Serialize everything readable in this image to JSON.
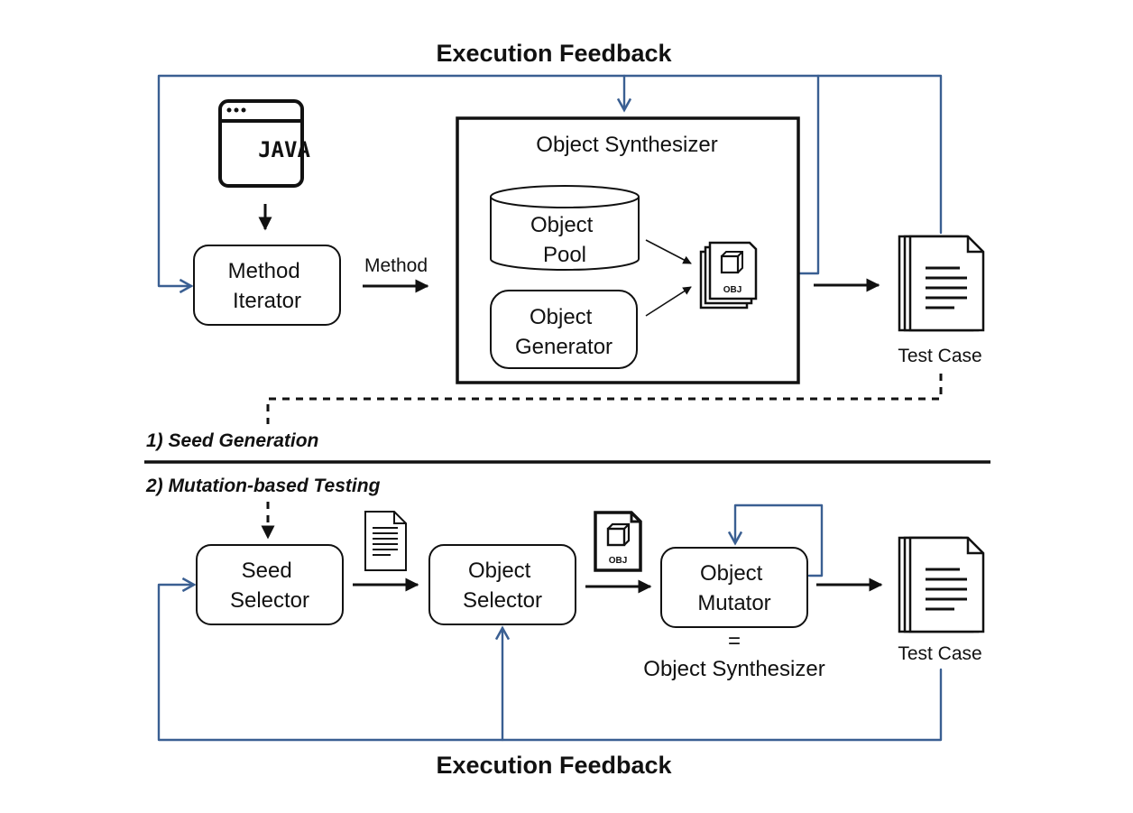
{
  "top": {
    "feedback_label": "Execution Feedback",
    "java_label": "JAVA",
    "method_iterator": [
      "Method",
      "Iterator"
    ],
    "method_arrow_label": "Method",
    "synth_title": "Object Synthesizer",
    "object_pool": [
      "Object",
      "Pool"
    ],
    "object_generator": [
      "Object",
      "Generator"
    ],
    "obj_icon_label": "OBJ",
    "test_case_label": "Test Case"
  },
  "phases": {
    "seed_generation": "1) Seed Generation",
    "mutation_testing": "2) Mutation-based Testing"
  },
  "bottom": {
    "seed_selector": [
      "Seed",
      "Selector"
    ],
    "object_selector": [
      "Object",
      "Selector"
    ],
    "object_mutator": [
      "Object",
      "Mutator"
    ],
    "equals_sign": "=",
    "mutator_equals": "Object Synthesizer",
    "obj_icon_label": "OBJ",
    "test_case_label": "Test Case",
    "feedback_label": "Execution Feedback"
  },
  "colors": {
    "feedback_line": "#3a5f92",
    "ink": "#111111"
  }
}
